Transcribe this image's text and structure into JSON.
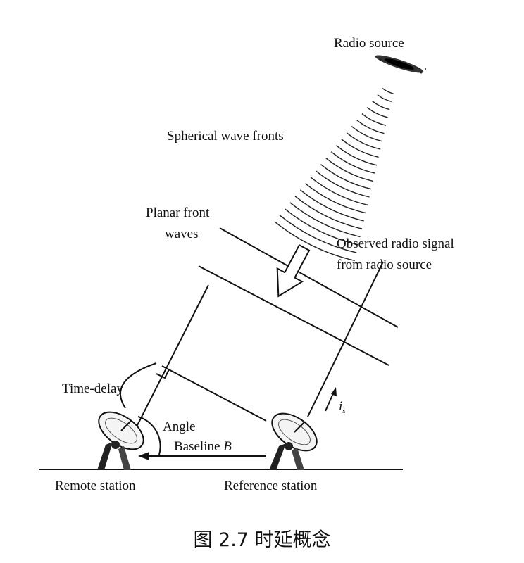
{
  "diagram": {
    "labels": {
      "radio_source": "Radio source",
      "spherical_wave_fronts": "Spherical wave fronts",
      "planar_front_line1": "Planar front",
      "planar_front_line2": "waves",
      "observed_line1": "Observed radio signal",
      "observed_line2": "from radio source",
      "time_delay": "Time-delay",
      "angle": "Angle",
      "baseline": "Baseline",
      "baseline_symbol": "B",
      "unit_vector_symbol": "i",
      "unit_vector_subscript": "s",
      "remote_station": "Remote station",
      "reference_station": "Reference station"
    }
  },
  "caption": "图 2.7  时延概念"
}
